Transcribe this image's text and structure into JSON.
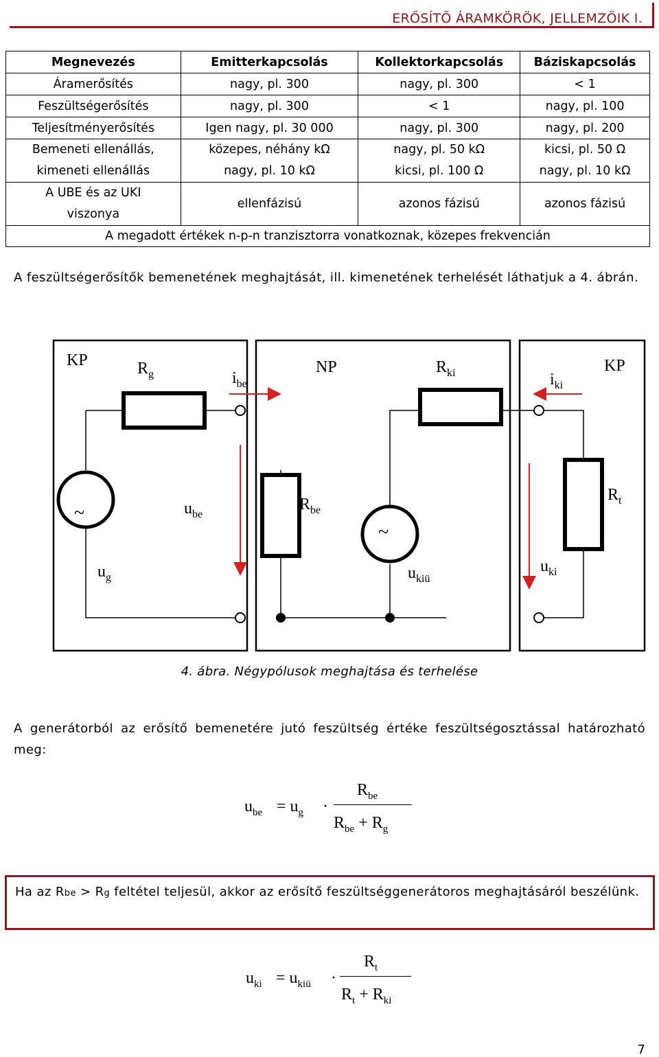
{
  "header": {
    "title": "ERŐSÍTŐ ÁRAMKÖRÖK, JELLEMZŐIK I."
  },
  "table": {
    "columns": [
      "Megnevezés",
      "Emitterkapcsolás",
      "Kollektorkapcsolás",
      "Báziskapcsolás"
    ],
    "rows": [
      [
        "Áramerősítés",
        "nagy, pl. 300",
        "nagy, pl. 300",
        "< 1"
      ],
      [
        "Feszültségerősítés",
        "nagy, pl. 300",
        "< 1",
        "nagy, pl. 100"
      ],
      [
        "Teljesítményerősítés",
        "Igen nagy, pl. 30 000",
        "nagy, pl. 300",
        "nagy, pl. 200"
      ]
    ],
    "resistance_row": {
      "label1": "Bemeneti ellenállás,",
      "label2": "kimeneti ellenállás",
      "ce1": "közepes, néhány kΩ",
      "ce2": "nagy, pl. 10 kΩ",
      "cc1": "nagy, pl. 50 kΩ",
      "cc2": "kicsi, pl. 100 Ω",
      "cb1": "kicsi, pl. 50 Ω",
      "cb2": "nagy, pl. 10 kΩ"
    },
    "phase_row": {
      "label1": "A UBE és az UKI",
      "label2": "viszonya",
      "ce": "ellenfázisú",
      "cc": "azonos fázisú",
      "cb": "azonos fázisú"
    },
    "note": "A megadott értékek n-p-n tranzisztorra vonatkoznak, közepes frekvencián"
  },
  "paragraph1": "A feszültségerősítők bemenetének meghajtását, ill. kimenetének terhelését láthatjuk a 4. ábrán.",
  "figure": {
    "caption": "4. ábra. Négypólusok meghajtása és terhelése",
    "labels": {
      "kp_left": "KP",
      "np": "NP",
      "kp_right": "KP",
      "rg": "R",
      "rg_sub": "g",
      "ibe": "i",
      "ibe_sub": "be",
      "rki": "R",
      "rki_sub": "ki",
      "iki": "i",
      "iki_sub": "ki",
      "ube": "u",
      "ube_sub": "be",
      "rbe": "R",
      "rbe_sub": "be",
      "rt": "R",
      "rt_sub": "t",
      "ug": "u",
      "ug_sub": "g",
      "ukiu": "u",
      "ukiu_sub": "kiü",
      "uki": "u",
      "uki_sub": "ki",
      "tilde": "~"
    }
  },
  "paragraph2": "A generátorból az erősítő bemenetére jutó feszültség értéke feszültségosztással határozható meg:",
  "formula1": {
    "lhs": "u",
    "lhs_sub": "be",
    "eq": "= u",
    "eq_sub": "g",
    "dot": "·",
    "num": "R",
    "num_sub": "be",
    "den1": "R",
    "den1_sub": "be",
    "plus": "+ R",
    "den2_sub": "g"
  },
  "highlight": {
    "pre": "Ha az R",
    "sub1": "be",
    "mid": " > R",
    "sub2": "g",
    "post": " feltétel teljesül, akkor az erősítő feszültséggenerátoros meghajtásáról beszélünk."
  },
  "formula2": {
    "lhs": "u",
    "lhs_sub": "ki",
    "eq": "= u",
    "eq_sub": "kiü",
    "dot": "·",
    "num": "R",
    "num_sub": "t",
    "den1": "R",
    "den1_sub": "t",
    "plus": "+ R",
    "den2_sub": "ki"
  },
  "page_number": "7",
  "colors": {
    "accent": "#8b1a1a",
    "arrow": "#d42020"
  }
}
